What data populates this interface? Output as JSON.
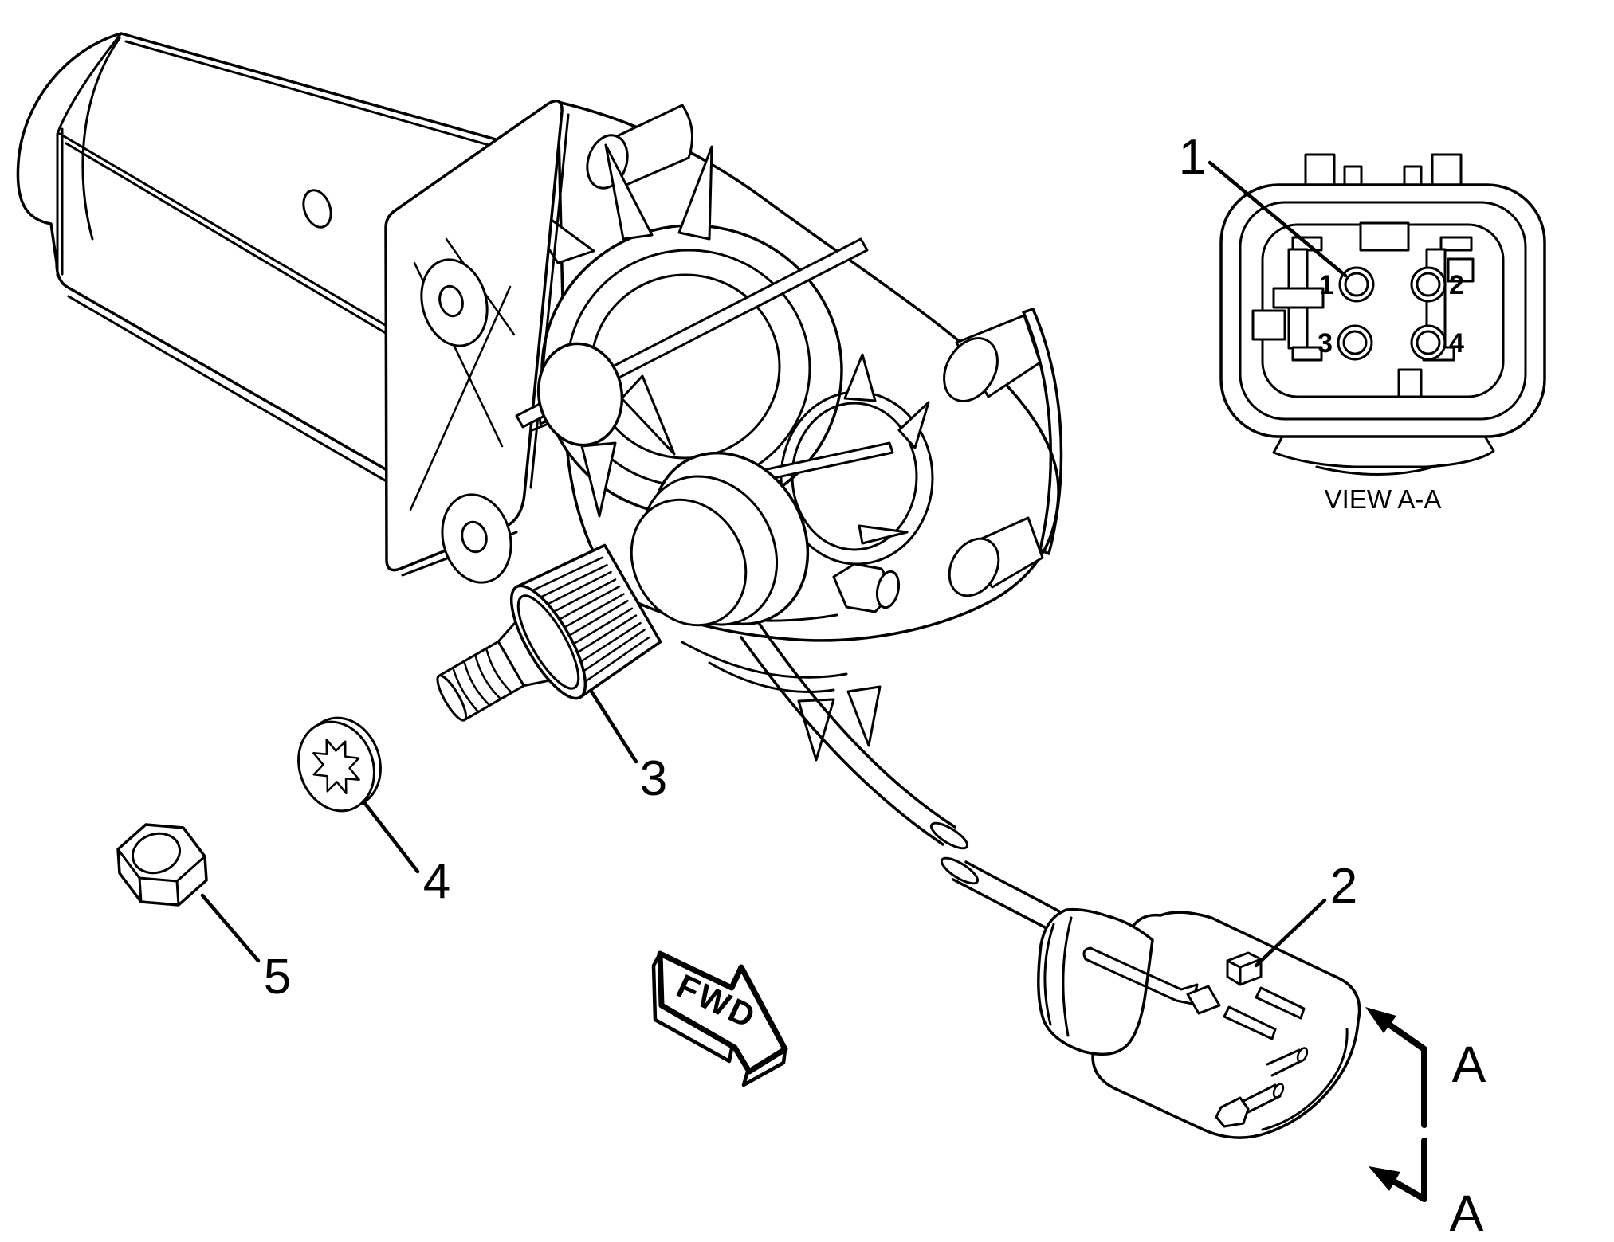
{
  "figure": {
    "kind": "exploded-parts-line-drawing",
    "background": "#ffffff",
    "line_color": "#000000",
    "parts_shown": "wiper motor and gear assembly, harness connector, splined output shaft, lock washer, hex nut"
  },
  "callouts": {
    "c1": {
      "label": "1"
    },
    "c2": {
      "label": "2"
    },
    "c3": {
      "label": "3"
    },
    "c4": {
      "label": "4"
    },
    "c5": {
      "label": "5"
    }
  },
  "view_aa": {
    "caption": "VIEW A-A",
    "pins": {
      "p1": "1",
      "p2": "2",
      "p3": "3",
      "p4": "4"
    }
  },
  "fwd_arrow": {
    "label": "FWD"
  },
  "section": {
    "label_top": "A",
    "label_bottom": "A"
  }
}
